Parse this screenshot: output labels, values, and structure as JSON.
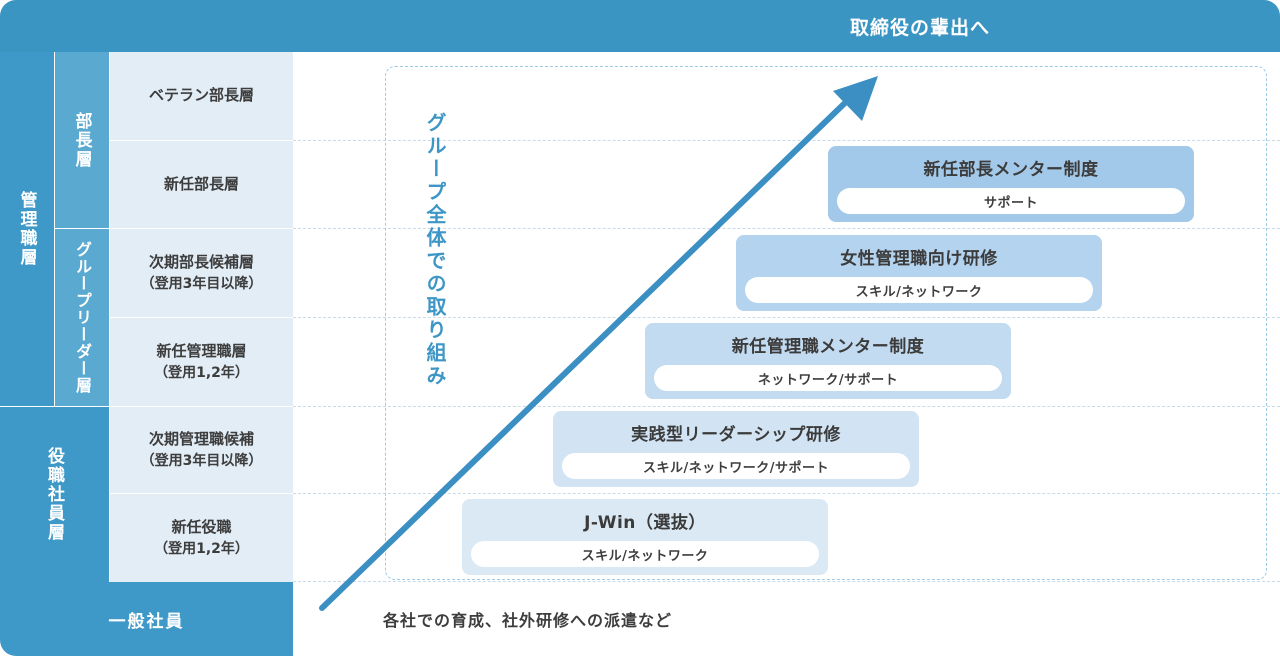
{
  "header": {
    "title": "取締役の輩出へ"
  },
  "left_groups": {
    "management": "管理職層",
    "department_heads": "部長層",
    "group_leaders": "グループリーダー層",
    "officers": "役職社員層"
  },
  "levels": [
    {
      "name": "ベテラン部長層",
      "note": ""
    },
    {
      "name": "新任部長層",
      "note": ""
    },
    {
      "name": "次期部長候補層",
      "note": "（登用3年目以降）"
    },
    {
      "name": "新任管理職層",
      "note": "（登用1,2年）"
    },
    {
      "name": "次期管理職候補",
      "note": "（登用3年目以降）"
    },
    {
      "name": "新任役職",
      "note": "（登用1,2年）"
    }
  ],
  "base": {
    "label": "一般社員",
    "description": "各社での育成、社外研修への派遣など"
  },
  "initiatives": {
    "heading": "グループ全体での取り組み",
    "programs": [
      {
        "title": "新任部長メンター制度",
        "tags": "サポート",
        "color": "#a3c9ea"
      },
      {
        "title": "女性管理職向け研修",
        "tags": "スキル/ネットワーク",
        "color": "#b4d3ee"
      },
      {
        "title": "新任管理職メンター制度",
        "tags": "ネットワーク/サポート",
        "color": "#c2dbf1"
      },
      {
        "title": "実践型リーダーシップ研修",
        "tags": "スキル/ネットワーク/サポート",
        "color": "#d2e4f4"
      },
      {
        "title": "J-Win（選抜）",
        "tags": "スキル/ネットワーク",
        "color": "#dbe9f5"
      }
    ]
  },
  "colors": {
    "primary": "#3b95c2",
    "arrow": "#3b8fc2",
    "cell_bg": "#e2edf6"
  }
}
